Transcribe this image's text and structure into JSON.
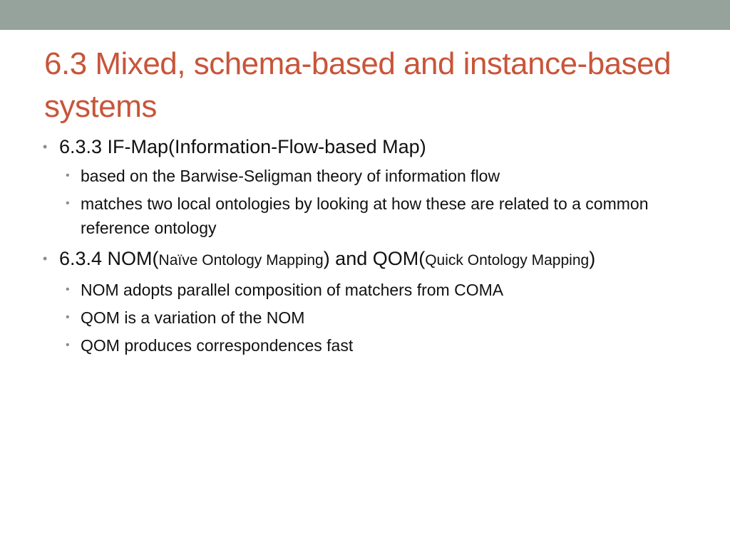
{
  "colors": {
    "top_bar": "#95a39c",
    "title": "#c8553a"
  },
  "slide": {
    "title": "6.3 Mixed, schema-based and instance-based systems",
    "bullets": [
      {
        "text": "6.3.3 IF-Map(Information-Flow-based Map)",
        "sub": [
          "based on the Barwise-Seligman theory of information flow",
          "matches two local ontologies by looking at how these are related to a common reference ontology"
        ]
      },
      {
        "text_parts": [
          "6.3.4 NOM(",
          "Naïve Ontology Mapping",
          ") and QOM(",
          "Quick Ontology Mapping",
          ")"
        ],
        "sub": [
          "NOM adopts parallel composition of matchers from COMA",
          "QOM is a variation of the NOM",
          "QOM produces correspondences fast"
        ]
      }
    ]
  }
}
